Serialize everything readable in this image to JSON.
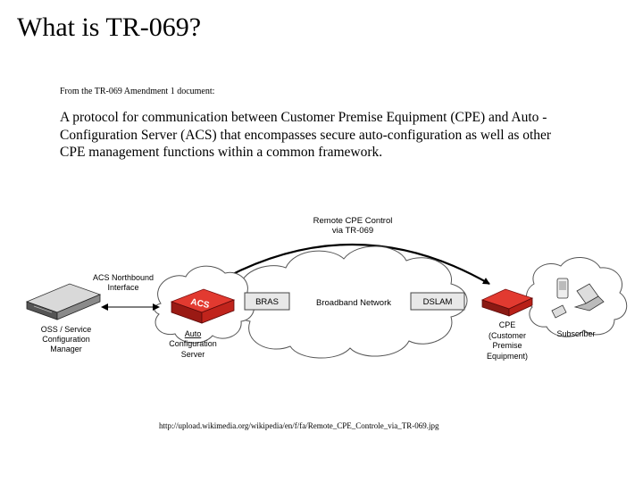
{
  "slide": {
    "title": "What is TR-069?",
    "source_label": "From the TR-069 Amendment 1 document:",
    "definition": "A protocol for communication between Customer Premise Equipment (CPE) and Auto -Configuration Server (ACS) that encompasses secure auto-configuration as well as other CPE management functions within a common framework.",
    "image_url": "http://upload.wikimedia.org/wikipedia/en/f/fa/Remote_CPE_Controle_via_TR-069.jpg"
  },
  "diagram": {
    "remote_control_label": [
      "Remote CPE Control",
      "via TR-069"
    ],
    "acs_northbound_label": [
      "ACS Northbound",
      "Interface"
    ],
    "oss_label": [
      "OSS / Service",
      "Configuration",
      "Manager"
    ],
    "acs_device_text": "ACS",
    "acs_label": [
      "Auto",
      "Configuration",
      "Server"
    ],
    "bras_label": "BRAS",
    "network_label": "Broadband Network",
    "dslam_label": "DSLAM",
    "cpe_label": [
      "CPE",
      "(Customer",
      "Premise",
      "Equipment)"
    ],
    "subscriber_label": "Subscriber",
    "colors": {
      "acs_red": "#d42a22",
      "cloud_fill": "#ffffff",
      "stroke": "#444444"
    }
  }
}
